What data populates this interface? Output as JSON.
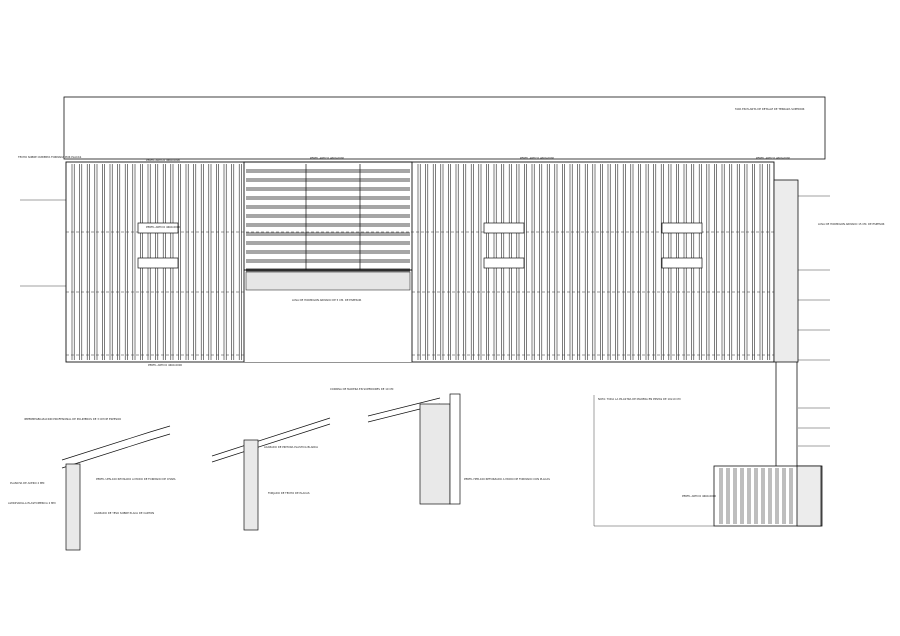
{
  "drawing": {
    "top_note": "TAPA EN PLANTA DE DETALLE DE TERRAZA SUPERIOR",
    "left_header": "TECHO SOBRE CUBIERTA FORMADA POR PLACAS",
    "profile_labels": [
      "PERFIL ARTICO 4660-0000",
      "PERFIL ARTICO 4660-0000",
      "PERFIL ARTICO 4660-0000",
      "PERFIL ARTICO 4660-0000",
      "PERFIL ARTICO 4660-0000",
      "PERFIL ARTICO 4660-0000",
      "PERFIL ARTICO 4660-0000"
    ],
    "notes": {
      "slab_note": "LOSA DE HORMIGON ARMADO DE 5 CM. DE ESPESOR",
      "right_note": "LOSA DE HORMIGON ARMADO 15 CM. DE ESPESOR",
      "general_note": "NOTA: TODA LA PILASTRA DE MADERA EN PIEZAS DE 10x10 CM",
      "detail_a": "IMPERMEABILIZACION PROFESIONAL DE POLIMEROS DE 3 CM DE ESPESOR",
      "detail_b": "PERFIL UPN-100 REVISADO A MODO DE FORMADO DE CHAPA",
      "detail_c": "ACABADO DE YESO SOBRE PLACA DE CARTON",
      "detail_d": "CORNISA DE MADERA EN SUPERIORES DE 10 CM",
      "detail_e": "PERFIL HEB-100 REFORZADO A MODO DE FORMADO CON PLACAS",
      "detail_f": "ACABADO DE PINTURA PLASTICA BLANCA",
      "detail_g": "ALMOHADILLA ELASTOMERICA 2 MM",
      "detail_h": "FORJADO DE TECHO DE PLACAS",
      "detail_i": "PLANCHA DE ACERO 2 MM"
    }
  }
}
